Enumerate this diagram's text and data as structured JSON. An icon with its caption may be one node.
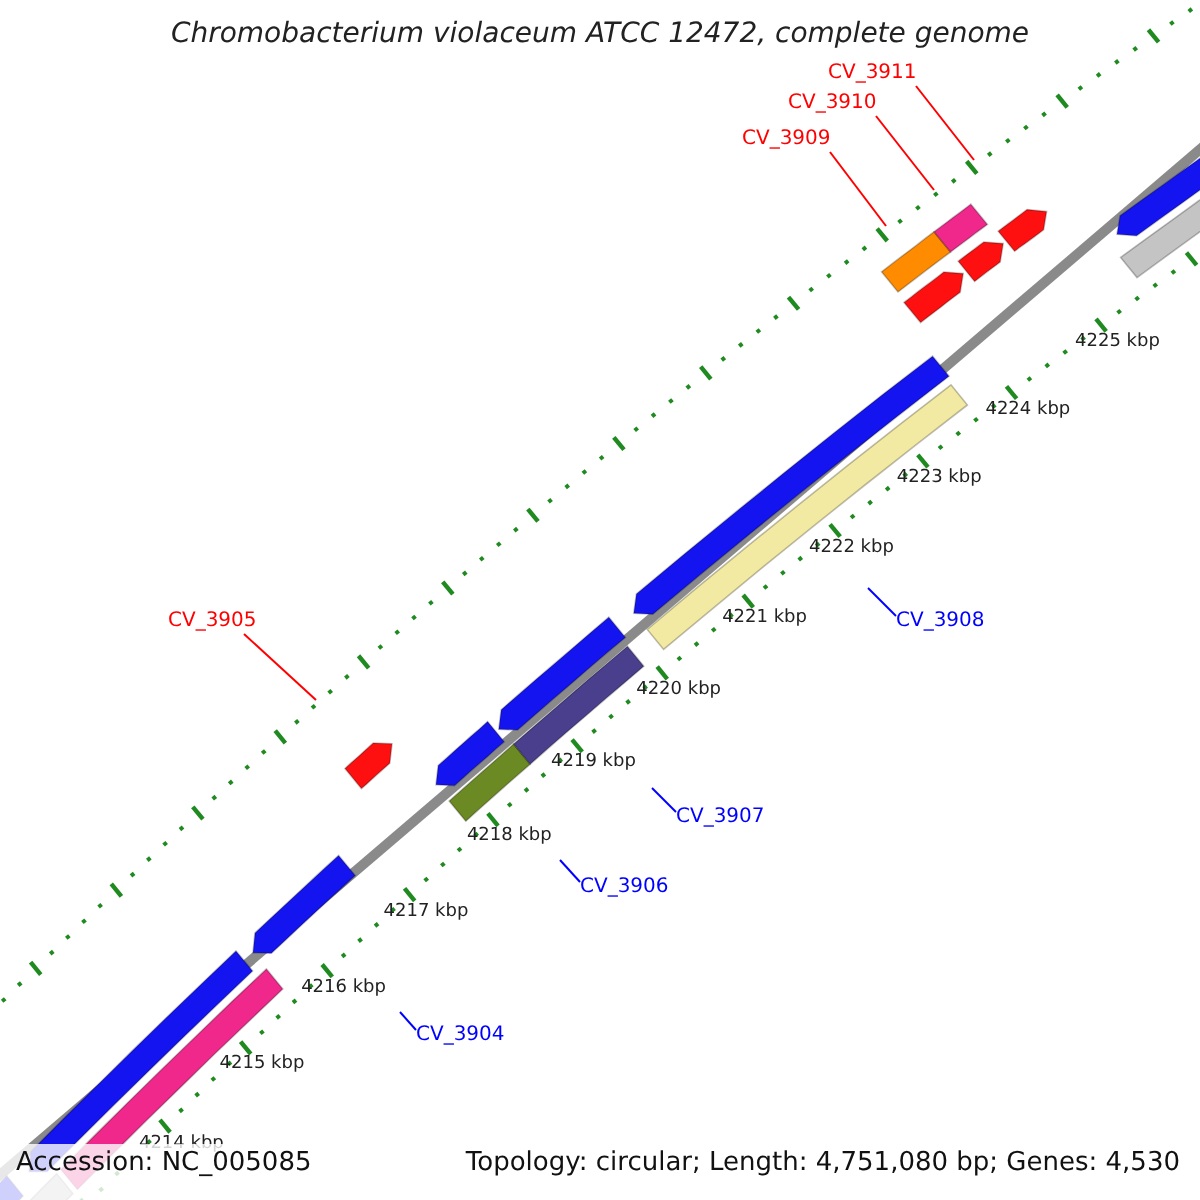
{
  "diagram": {
    "title": "Chromobacterium violaceum ATCC 12472, complete genome",
    "nodes": [
      {
        "text": [
          "CV_3911"
        ]
      },
      {
        "text": [
          "CV_3910"
        ]
      },
      {
        "text": [
          "CV_3909"
        ]
      },
      {
        "text": [
          "CV_3905"
        ]
      },
      {
        "text": [
          "CV_3908"
        ]
      },
      {
        "text": [
          "CV_3907"
        ]
      },
      {
        "text": [
          "CV_3906"
        ]
      },
      {
        "text": [
          "CV_3904"
        ]
      }
    ],
    "edges": [
      {
        "from": 0,
        "to": null,
        "arrow": "none",
        "color": "#ff0000"
      },
      {
        "from": 1,
        "to": null,
        "arrow": "none",
        "color": "#ff0000"
      },
      {
        "from": 2,
        "to": null,
        "arrow": "none",
        "color": "#ff0000"
      },
      {
        "from": 3,
        "to": null,
        "arrow": "none",
        "color": "#ff0000"
      },
      {
        "from": 4,
        "to": null,
        "arrow": "none",
        "color": "#0000ff"
      },
      {
        "from": 5,
        "to": null,
        "arrow": "none",
        "color": "#0000ff"
      },
      {
        "from": 6,
        "to": null,
        "arrow": "none",
        "color": "#0000ff"
      },
      {
        "from": 7,
        "to": null,
        "arrow": "none",
        "color": "#0000ff"
      }
    ],
    "labels": [
      "4214 kbp",
      "4215 kbp",
      "4216 kbp",
      "4217 kbp",
      "4218 kbp",
      "4219 kbp",
      "4220 kbp",
      "4221 kbp",
      "4222 kbp",
      "4223 kbp",
      "4224 kbp",
      "4225 kbp",
      "Accession: NC_005085",
      "Topology: circular; Length: 4,751,080 bp; Genes: 4,530"
    ]
  }
}
